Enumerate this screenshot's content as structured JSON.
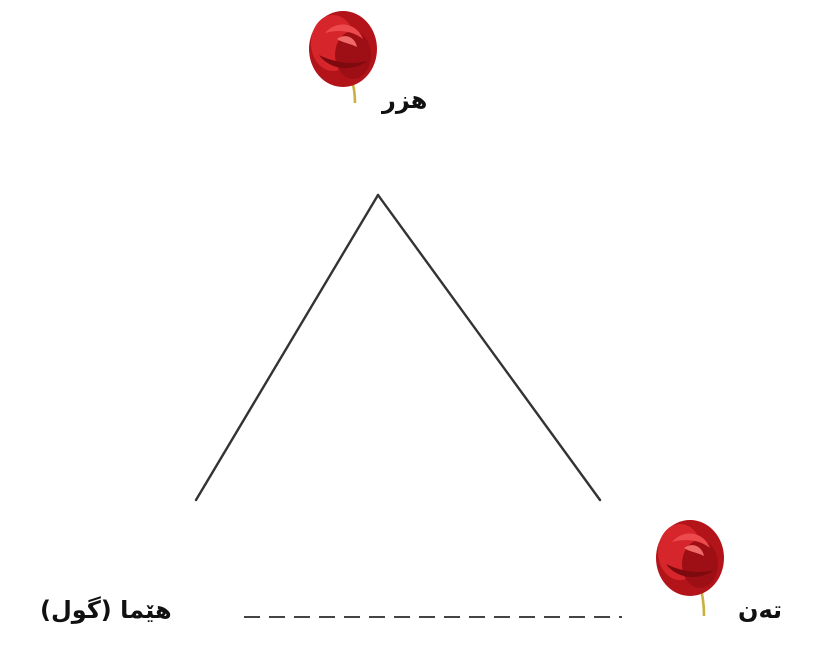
{
  "diagram": {
    "labels": {
      "top": "هزر",
      "left": "هێما (گول)",
      "right": "تەن"
    },
    "icons": {
      "top_flower": "red-rose-icon",
      "right_flower": "red-rose-icon"
    },
    "colors": {
      "line": "#333333",
      "rose_dark": "#8c0d12",
      "rose_mid": "#c0161c",
      "rose_light": "#e4363a",
      "stem": "#c9b040",
      "background": "#ffffff"
    }
  }
}
